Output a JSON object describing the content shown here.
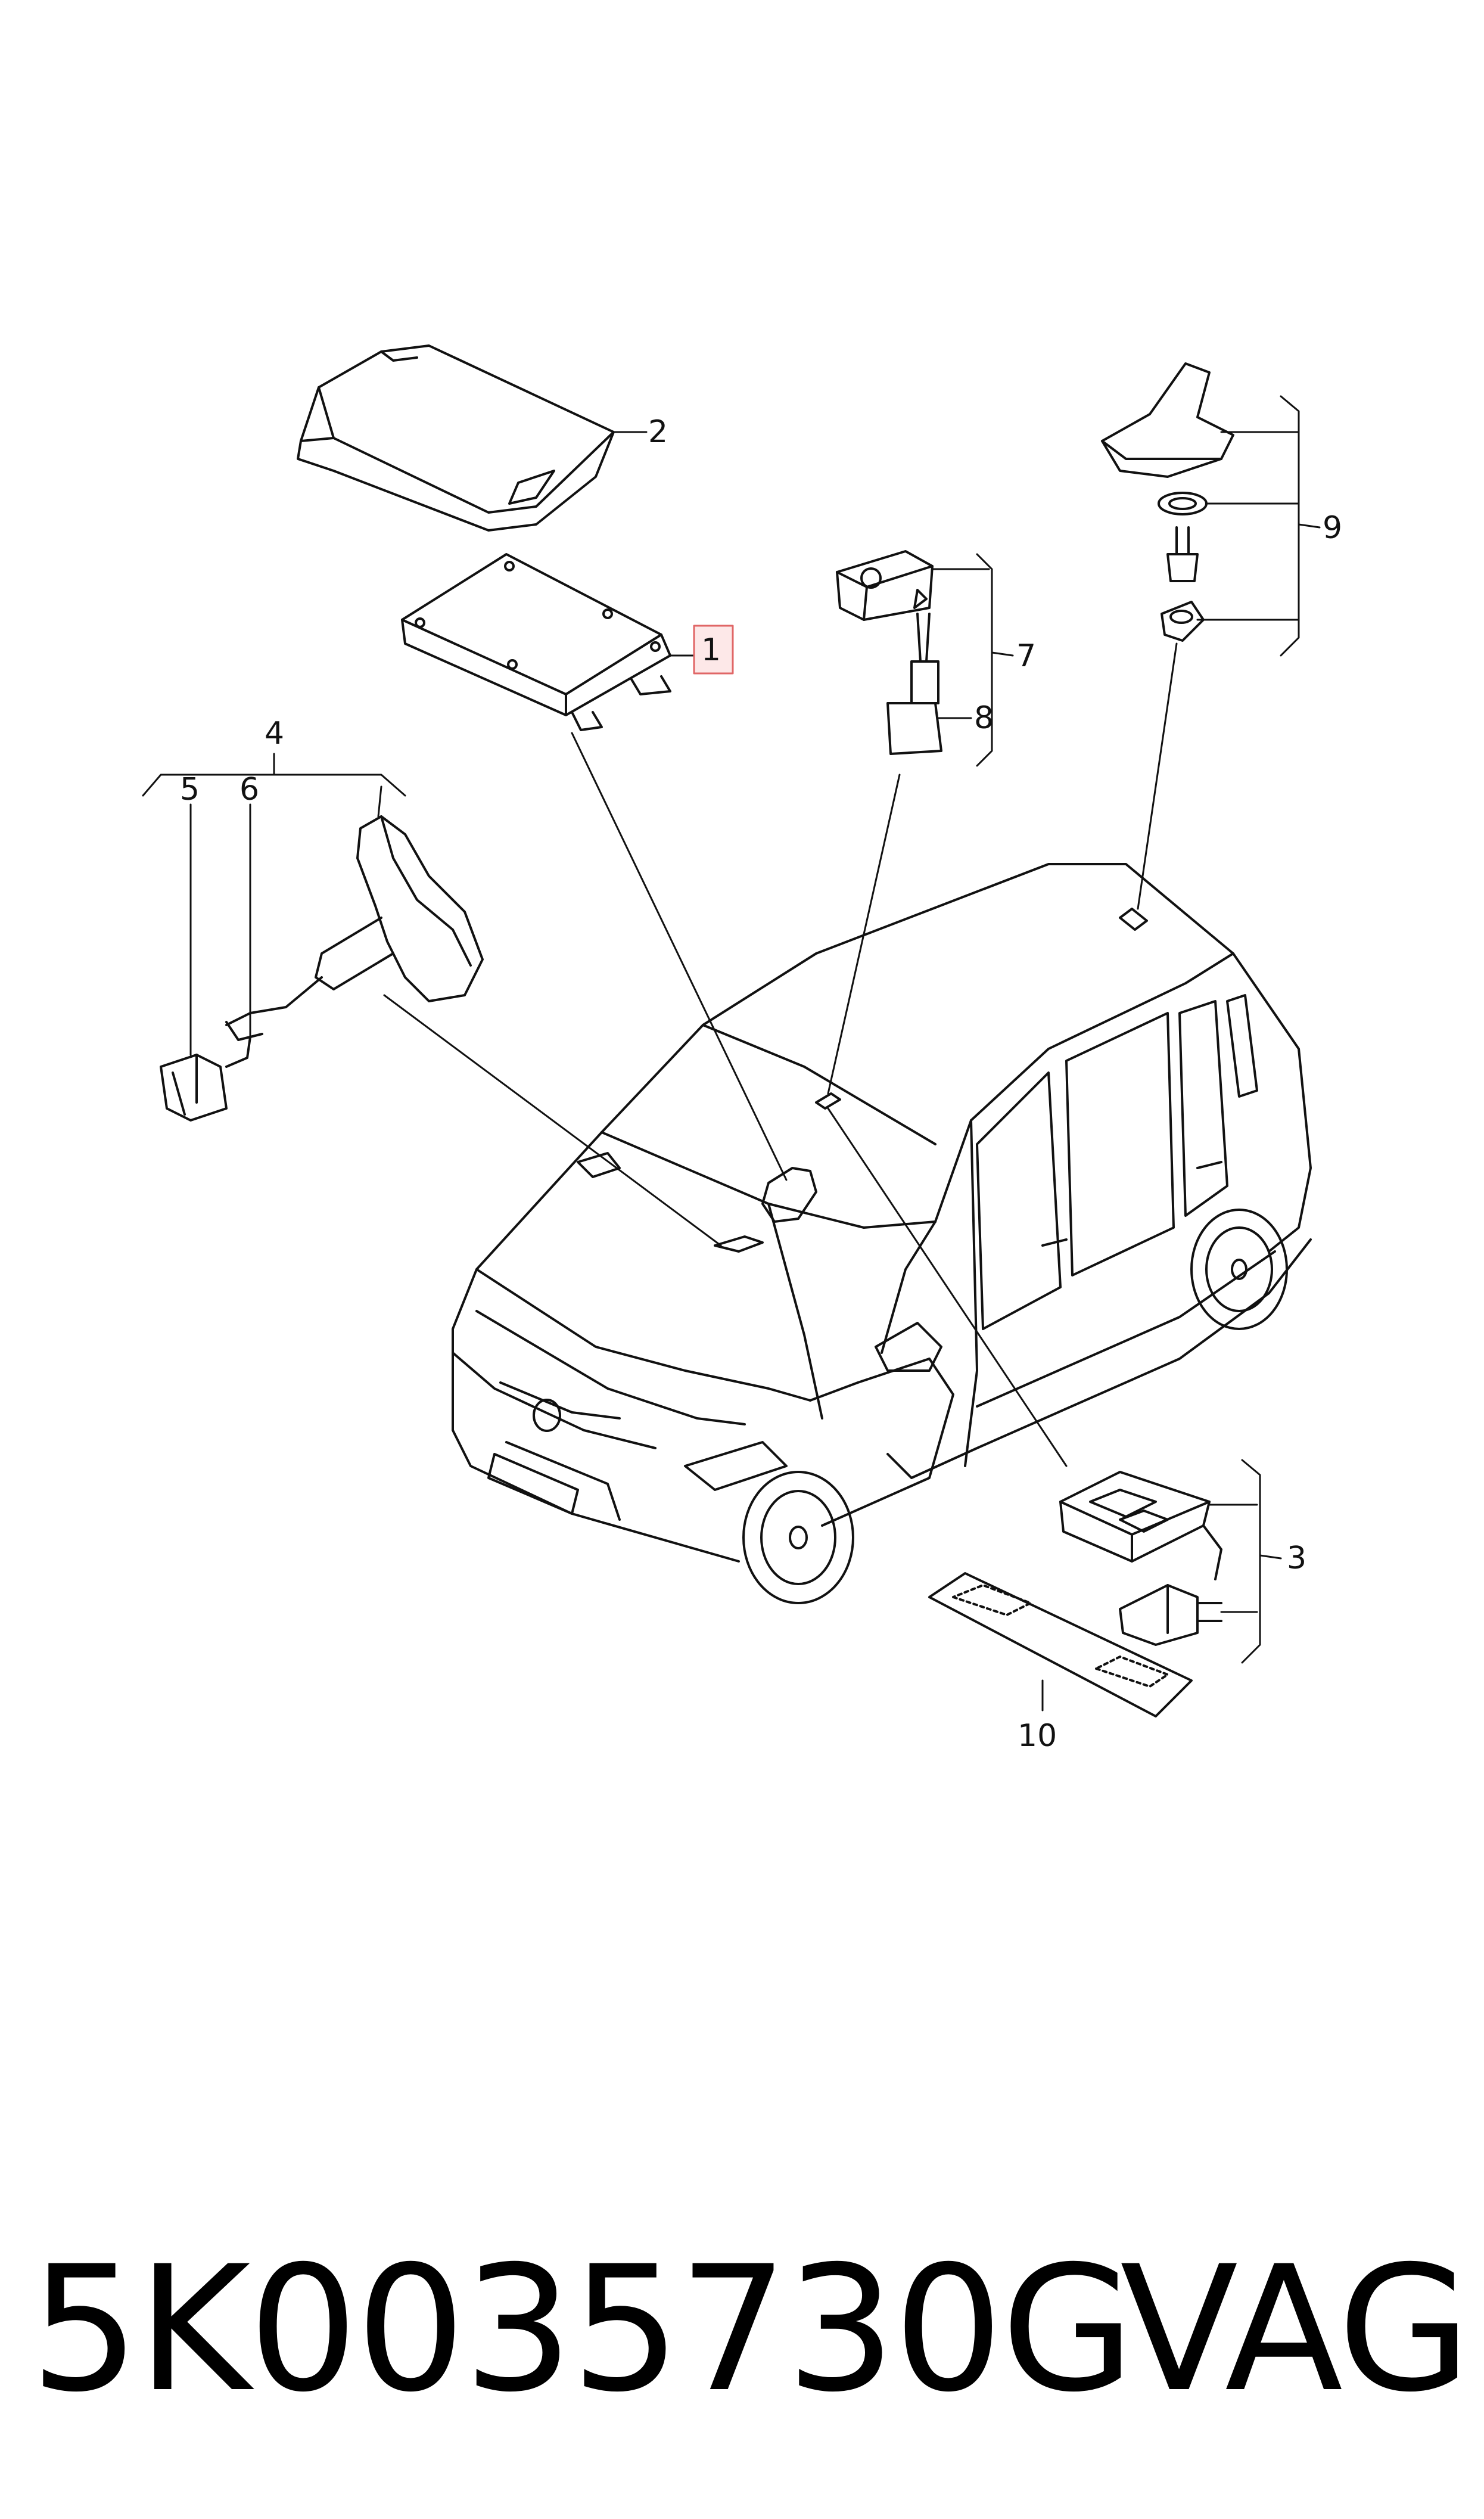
{
  "callouts": {
    "c1": "1",
    "c2": "2",
    "c3": "3",
    "c4": "4",
    "c5": "5",
    "c6": "6",
    "c7": "7",
    "c8": "8",
    "c9": "9",
    "c10": "10"
  },
  "highlight_color": "#e06666",
  "footer": {
    "part_number": "5K0035730G",
    "brand": "VAG"
  }
}
